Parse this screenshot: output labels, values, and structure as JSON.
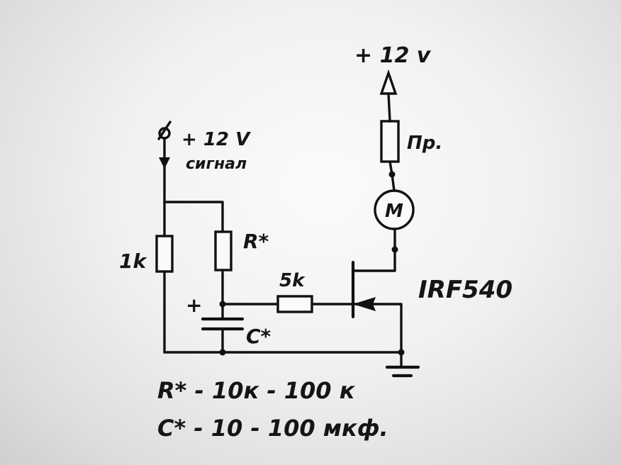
{
  "supply_top": "+ 12 v",
  "signal_voltage": "+ 12 V",
  "signal_word": "сигнал",
  "fuse_label": "Пр.",
  "motor_label": "M",
  "r1_label": "1k",
  "r_star_label": "R*",
  "r_gate_label": "5k",
  "plus_label": "+",
  "c_star_label": "C*",
  "transistor_label": "IRF540",
  "note_r": "R* - 10к - 100 к",
  "note_c": "C* - 10 - 100 мкф."
}
